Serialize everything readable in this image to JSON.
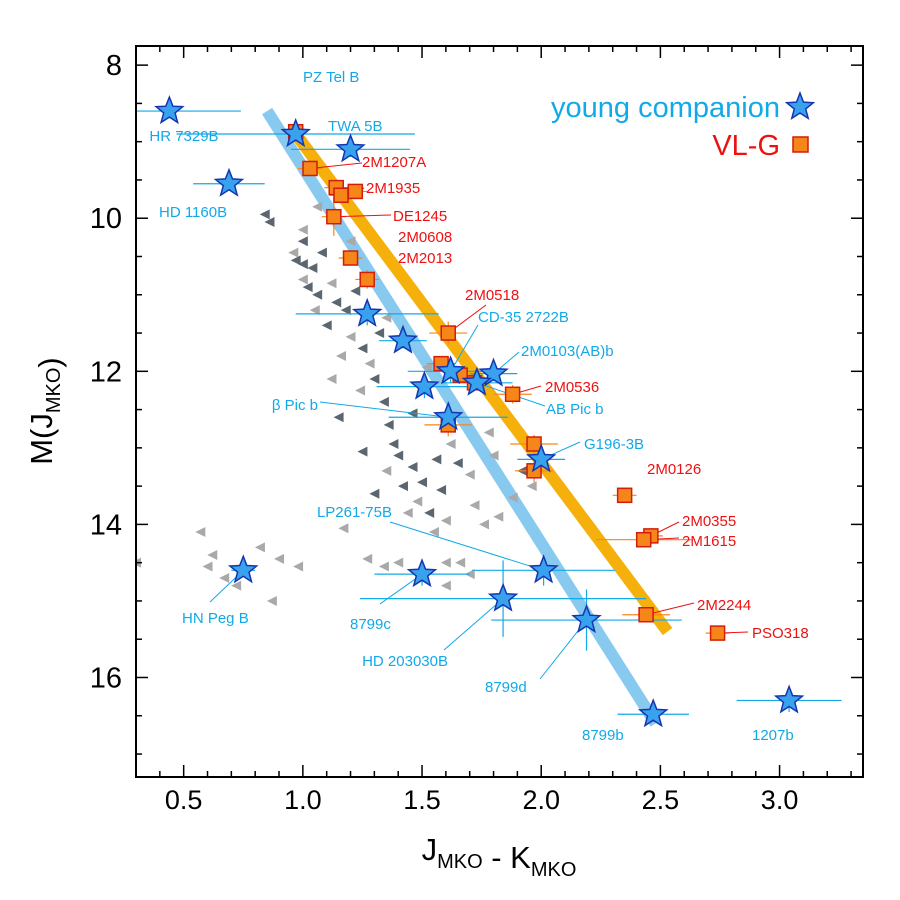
{
  "colors": {
    "young": "#12a9e8",
    "young_fill": "#39a2ef",
    "young_edge": "#1436b0",
    "vlg": "#ee1111",
    "vlg_fill": "#f7861a",
    "vlg_edge": "#d11d0a",
    "young_seq_line": "#88c9f0",
    "vlg_seq_line": "#f5b00c",
    "field_light": "#a9a9a9",
    "field_dark": "#5b6670",
    "axis": "#000000"
  },
  "legend": {
    "young_label": "young companion",
    "vlg_label": "VL-G",
    "position": "top-right"
  },
  "chart_data": {
    "type": "scatter",
    "xlabel": "J_MKO - K_MKO",
    "ylabel": "M(J_MKO)",
    "xlim": [
      0.3,
      3.35
    ],
    "ylim": [
      17.3,
      7.75
    ],
    "y_inverted": true,
    "xticks": [
      "0.5",
      "1.0",
      "1.5",
      "2.0",
      "2.5",
      "3.0"
    ],
    "xtick_values": [
      0.5,
      1.0,
      1.5,
      2.0,
      2.5,
      3.0
    ],
    "yticks": [
      "8",
      "10",
      "12",
      "14",
      "16"
    ],
    "ytick_values": [
      8,
      10,
      12,
      14,
      16
    ],
    "grid": false,
    "young_sequence_line": {
      "x": [
        0.85,
        2.48
      ],
      "y": [
        8.6,
        16.6
      ]
    },
    "vlg_sequence_line": {
      "x": [
        0.97,
        2.53
      ],
      "y": [
        8.9,
        15.4
      ]
    },
    "young_companions": [
      {
        "name": "HR 7329B",
        "x": 0.44,
        "y": 8.6,
        "xerr": 0.3,
        "yerr": 0
      },
      {
        "name": "PZ Tel B",
        "x": 0.97,
        "y": 8.9,
        "xerr": 0.5,
        "yerr": 0.1
      },
      {
        "name": "TWA 5B",
        "x": 1.2,
        "y": 9.1,
        "xerr": 0.25,
        "yerr": 0.1
      },
      {
        "name": "HD 1160B",
        "x": 0.69,
        "y": 9.55,
        "xerr": 0.15,
        "yerr": 0
      },
      {
        "name": "",
        "x": 1.27,
        "y": 11.25,
        "xerr": 0.3,
        "yerr": 0.15
      },
      {
        "name": "",
        "x": 1.42,
        "y": 11.6,
        "xerr": 0.1,
        "yerr": 0.1
      },
      {
        "name": "CD-35 2722B",
        "x": 1.62,
        "y": 12.0,
        "xerr": 0.18,
        "yerr": 0.15
      },
      {
        "name": "2M0103(AB)b",
        "x": 1.8,
        "y": 12.03,
        "xerr": 0.1,
        "yerr": 0.1
      },
      {
        "name": "AB Pic b",
        "x": 1.73,
        "y": 12.15,
        "xerr": 0.15,
        "yerr": 0.1
      },
      {
        "name": "",
        "x": 1.51,
        "y": 12.2,
        "xerr": 0.2,
        "yerr": 0.15
      },
      {
        "name": "β Pic b",
        "x": 1.61,
        "y": 12.6,
        "xerr": 0.25,
        "yerr": 0.15
      },
      {
        "name": "G196-3B",
        "x": 2.0,
        "y": 13.15,
        "xerr": 0.1,
        "yerr": 0.1
      },
      {
        "name": "HN Peg B",
        "x": 0.75,
        "y": 14.6,
        "xerr": 0.05,
        "yerr": 0.05
      },
      {
        "name": "8799c",
        "x": 1.5,
        "y": 14.65,
        "xerr": 0.2,
        "yerr": 0.15
      },
      {
        "name": "LP261-75B",
        "x": 2.01,
        "y": 14.6,
        "xerr": 0.3,
        "yerr": 0.2
      },
      {
        "name": "HD 203030B",
        "x": 1.84,
        "y": 14.97,
        "xerr": 0.6,
        "yerr": 0.5
      },
      {
        "name": "8799d",
        "x": 2.19,
        "y": 15.25,
        "xerr": 0.4,
        "yerr": 0.4
      },
      {
        "name": "8799b",
        "x": 2.47,
        "y": 16.48,
        "xerr": 0.15,
        "yerr": 0.1
      },
      {
        "name": "1207b",
        "x": 3.04,
        "y": 16.3,
        "xerr": 0.22,
        "yerr": 0.15
      }
    ],
    "vlg_objects": [
      {
        "name": "",
        "x": 0.97,
        "y": 8.87,
        "xerr": 0.05,
        "yerr": 0.1
      },
      {
        "name": "2M1207A",
        "x": 1.03,
        "y": 9.35,
        "xerr": 0.05,
        "yerr": 0.1
      },
      {
        "name": "",
        "x": 1.14,
        "y": 9.6,
        "xerr": 0.05,
        "yerr": 0.1
      },
      {
        "name": "",
        "x": 1.16,
        "y": 9.7,
        "xerr": 0.05,
        "yerr": 0.1
      },
      {
        "name": "2M1935",
        "x": 1.22,
        "y": 9.65,
        "xerr": 0.05,
        "yerr": 0.1
      },
      {
        "name": "DE1245",
        "x": 1.13,
        "y": 9.98,
        "xerr": 0.05,
        "yerr": 0.25
      },
      {
        "name": "2M0608",
        "x": 1.2,
        "y": 10.52,
        "xerr": 0.05,
        "yerr": 0.1
      },
      {
        "name": "2M2013",
        "x": 1.27,
        "y": 10.8,
        "xerr": 0.05,
        "yerr": 0.12
      },
      {
        "name": "2M0518",
        "x": 1.61,
        "y": 11.5,
        "xerr": 0.08,
        "yerr": 0.15
      },
      {
        "name": "",
        "x": 1.58,
        "y": 11.9,
        "xerr": 0.06,
        "yerr": 0.1
      },
      {
        "name": "",
        "x": 1.66,
        "y": 12.05,
        "xerr": 0.06,
        "yerr": 0.1
      },
      {
        "name": "",
        "x": 1.72,
        "y": 12.15,
        "xerr": 0.06,
        "yerr": 0.1
      },
      {
        "name": "2M0536",
        "x": 1.88,
        "y": 12.3,
        "xerr": 0.08,
        "yerr": 0.12
      },
      {
        "name": "",
        "x": 1.61,
        "y": 12.7,
        "xerr": 0.1,
        "yerr": 0.15
      },
      {
        "name": "",
        "x": 1.97,
        "y": 12.95,
        "xerr": 0.1,
        "yerr": 0.12
      },
      {
        "name": "",
        "x": 1.97,
        "y": 13.3,
        "xerr": 0.08,
        "yerr": 0.15
      },
      {
        "name": "2M0126",
        "x": 2.35,
        "y": 13.62,
        "xerr": 0.05,
        "yerr": 0.1
      },
      {
        "name": "2M0355",
        "x": 2.46,
        "y": 14.15,
        "xerr": 0.05,
        "yerr": 0.1
      },
      {
        "name": "2M1615",
        "x": 2.43,
        "y": 14.2,
        "xerr": 0.2,
        "yerr": 0.1
      },
      {
        "name": "2M2244",
        "x": 2.44,
        "y": 15.18,
        "xerr": 0.1,
        "yerr": 0.1
      },
      {
        "name": "PSO318",
        "x": 2.74,
        "y": 15.42,
        "xerr": 0.05,
        "yerr": 0.05
      }
    ],
    "field_objects": [
      {
        "x": 0.84,
        "y": 9.95,
        "tone": "dark"
      },
      {
        "x": 0.86,
        "y": 10.05,
        "tone": "dark"
      },
      {
        "x": 0.96,
        "y": 10.45,
        "tone": "light"
      },
      {
        "x": 0.97,
        "y": 10.55,
        "tone": "dark"
      },
      {
        "x": 1.0,
        "y": 10.3,
        "tone": "dark"
      },
      {
        "x": 1.0,
        "y": 10.6,
        "tone": "dark"
      },
      {
        "x": 1.0,
        "y": 10.8,
        "tone": "light"
      },
      {
        "x": 1.02,
        "y": 10.9,
        "tone": "dark"
      },
      {
        "x": 1.04,
        "y": 10.65,
        "tone": "dark"
      },
      {
        "x": 1.06,
        "y": 11.0,
        "tone": "dark"
      },
      {
        "x": 1.05,
        "y": 11.2,
        "tone": "light"
      },
      {
        "x": 1.08,
        "y": 10.45,
        "tone": "dark"
      },
      {
        "x": 1.1,
        "y": 11.4,
        "tone": "dark"
      },
      {
        "x": 1.12,
        "y": 10.85,
        "tone": "light"
      },
      {
        "x": 1.14,
        "y": 11.1,
        "tone": "dark"
      },
      {
        "x": 1.18,
        "y": 11.2,
        "tone": "dark"
      },
      {
        "x": 1.2,
        "y": 11.55,
        "tone": "light"
      },
      {
        "x": 1.22,
        "y": 10.95,
        "tone": "dark"
      },
      {
        "x": 1.25,
        "y": 11.7,
        "tone": "dark"
      },
      {
        "x": 1.28,
        "y": 11.9,
        "tone": "light"
      },
      {
        "x": 1.3,
        "y": 12.1,
        "tone": "dark"
      },
      {
        "x": 1.24,
        "y": 12.25,
        "tone": "light"
      },
      {
        "x": 1.32,
        "y": 11.5,
        "tone": "dark"
      },
      {
        "x": 1.34,
        "y": 12.4,
        "tone": "dark"
      },
      {
        "x": 1.36,
        "y": 12.7,
        "tone": "dark"
      },
      {
        "x": 1.38,
        "y": 12.95,
        "tone": "dark"
      },
      {
        "x": 1.35,
        "y": 13.3,
        "tone": "light"
      },
      {
        "x": 1.4,
        "y": 13.1,
        "tone": "dark"
      },
      {
        "x": 1.42,
        "y": 13.5,
        "tone": "dark"
      },
      {
        "x": 1.46,
        "y": 13.25,
        "tone": "dark"
      },
      {
        "x": 1.48,
        "y": 13.7,
        "tone": "light"
      },
      {
        "x": 1.5,
        "y": 13.45,
        "tone": "dark"
      },
      {
        "x": 1.53,
        "y": 13.85,
        "tone": "dark"
      },
      {
        "x": 1.44,
        "y": 13.85,
        "tone": "light"
      },
      {
        "x": 1.56,
        "y": 13.15,
        "tone": "dark"
      },
      {
        "x": 1.58,
        "y": 13.55,
        "tone": "dark"
      },
      {
        "x": 1.6,
        "y": 13.95,
        "tone": "light"
      },
      {
        "x": 1.3,
        "y": 13.6,
        "tone": "dark"
      },
      {
        "x": 1.25,
        "y": 13.05,
        "tone": "dark"
      },
      {
        "x": 1.15,
        "y": 12.6,
        "tone": "dark"
      },
      {
        "x": 1.12,
        "y": 12.1,
        "tone": "light"
      },
      {
        "x": 0.9,
        "y": 14.45,
        "tone": "light"
      },
      {
        "x": 0.82,
        "y": 14.3,
        "tone": "light"
      },
      {
        "x": 0.98,
        "y": 14.55,
        "tone": "light"
      },
      {
        "x": 0.62,
        "y": 14.4,
        "tone": "light"
      },
      {
        "x": 0.6,
        "y": 14.55,
        "tone": "light"
      },
      {
        "x": 0.57,
        "y": 14.1,
        "tone": "light"
      },
      {
        "x": 0.67,
        "y": 14.7,
        "tone": "light"
      },
      {
        "x": 0.72,
        "y": 14.8,
        "tone": "light"
      },
      {
        "x": 0.87,
        "y": 15.0,
        "tone": "light"
      },
      {
        "x": 0.3,
        "y": 14.5,
        "tone": "light"
      },
      {
        "x": 1.17,
        "y": 14.05,
        "tone": "light"
      },
      {
        "x": 1.27,
        "y": 14.45,
        "tone": "light"
      },
      {
        "x": 1.34,
        "y": 14.55,
        "tone": "light"
      },
      {
        "x": 1.4,
        "y": 14.5,
        "tone": "light"
      },
      {
        "x": 1.55,
        "y": 14.1,
        "tone": "light"
      },
      {
        "x": 1.6,
        "y": 14.5,
        "tone": "light"
      },
      {
        "x": 1.66,
        "y": 14.5,
        "tone": "light"
      },
      {
        "x": 1.72,
        "y": 13.75,
        "tone": "light"
      },
      {
        "x": 1.76,
        "y": 14.0,
        "tone": "light"
      },
      {
        "x": 1.82,
        "y": 13.9,
        "tone": "light"
      },
      {
        "x": 1.88,
        "y": 13.65,
        "tone": "light"
      },
      {
        "x": 1.6,
        "y": 14.8,
        "tone": "light"
      },
      {
        "x": 1.7,
        "y": 14.65,
        "tone": "light"
      },
      {
        "x": 1.46,
        "y": 12.55,
        "tone": "dark"
      },
      {
        "x": 1.62,
        "y": 12.95,
        "tone": "light"
      },
      {
        "x": 1.65,
        "y": 13.2,
        "tone": "dark"
      },
      {
        "x": 1.7,
        "y": 13.35,
        "tone": "light"
      },
      {
        "x": 1.8,
        "y": 13.1,
        "tone": "light"
      },
      {
        "x": 1.78,
        "y": 12.8,
        "tone": "light"
      },
      {
        "x": 1.92,
        "y": 13.3,
        "tone": "dark"
      },
      {
        "x": 1.96,
        "y": 13.5,
        "tone": "light"
      },
      {
        "x": 1.06,
        "y": 9.85,
        "tone": "light"
      },
      {
        "x": 1.0,
        "y": 10.15,
        "tone": "light"
      },
      {
        "x": 1.2,
        "y": 10.3,
        "tone": "light"
      },
      {
        "x": 1.16,
        "y": 11.8,
        "tone": "light"
      },
      {
        "x": 1.35,
        "y": 11.3,
        "tone": "light"
      },
      {
        "x": 1.52,
        "y": 11.95,
        "tone": "light"
      }
    ]
  }
}
